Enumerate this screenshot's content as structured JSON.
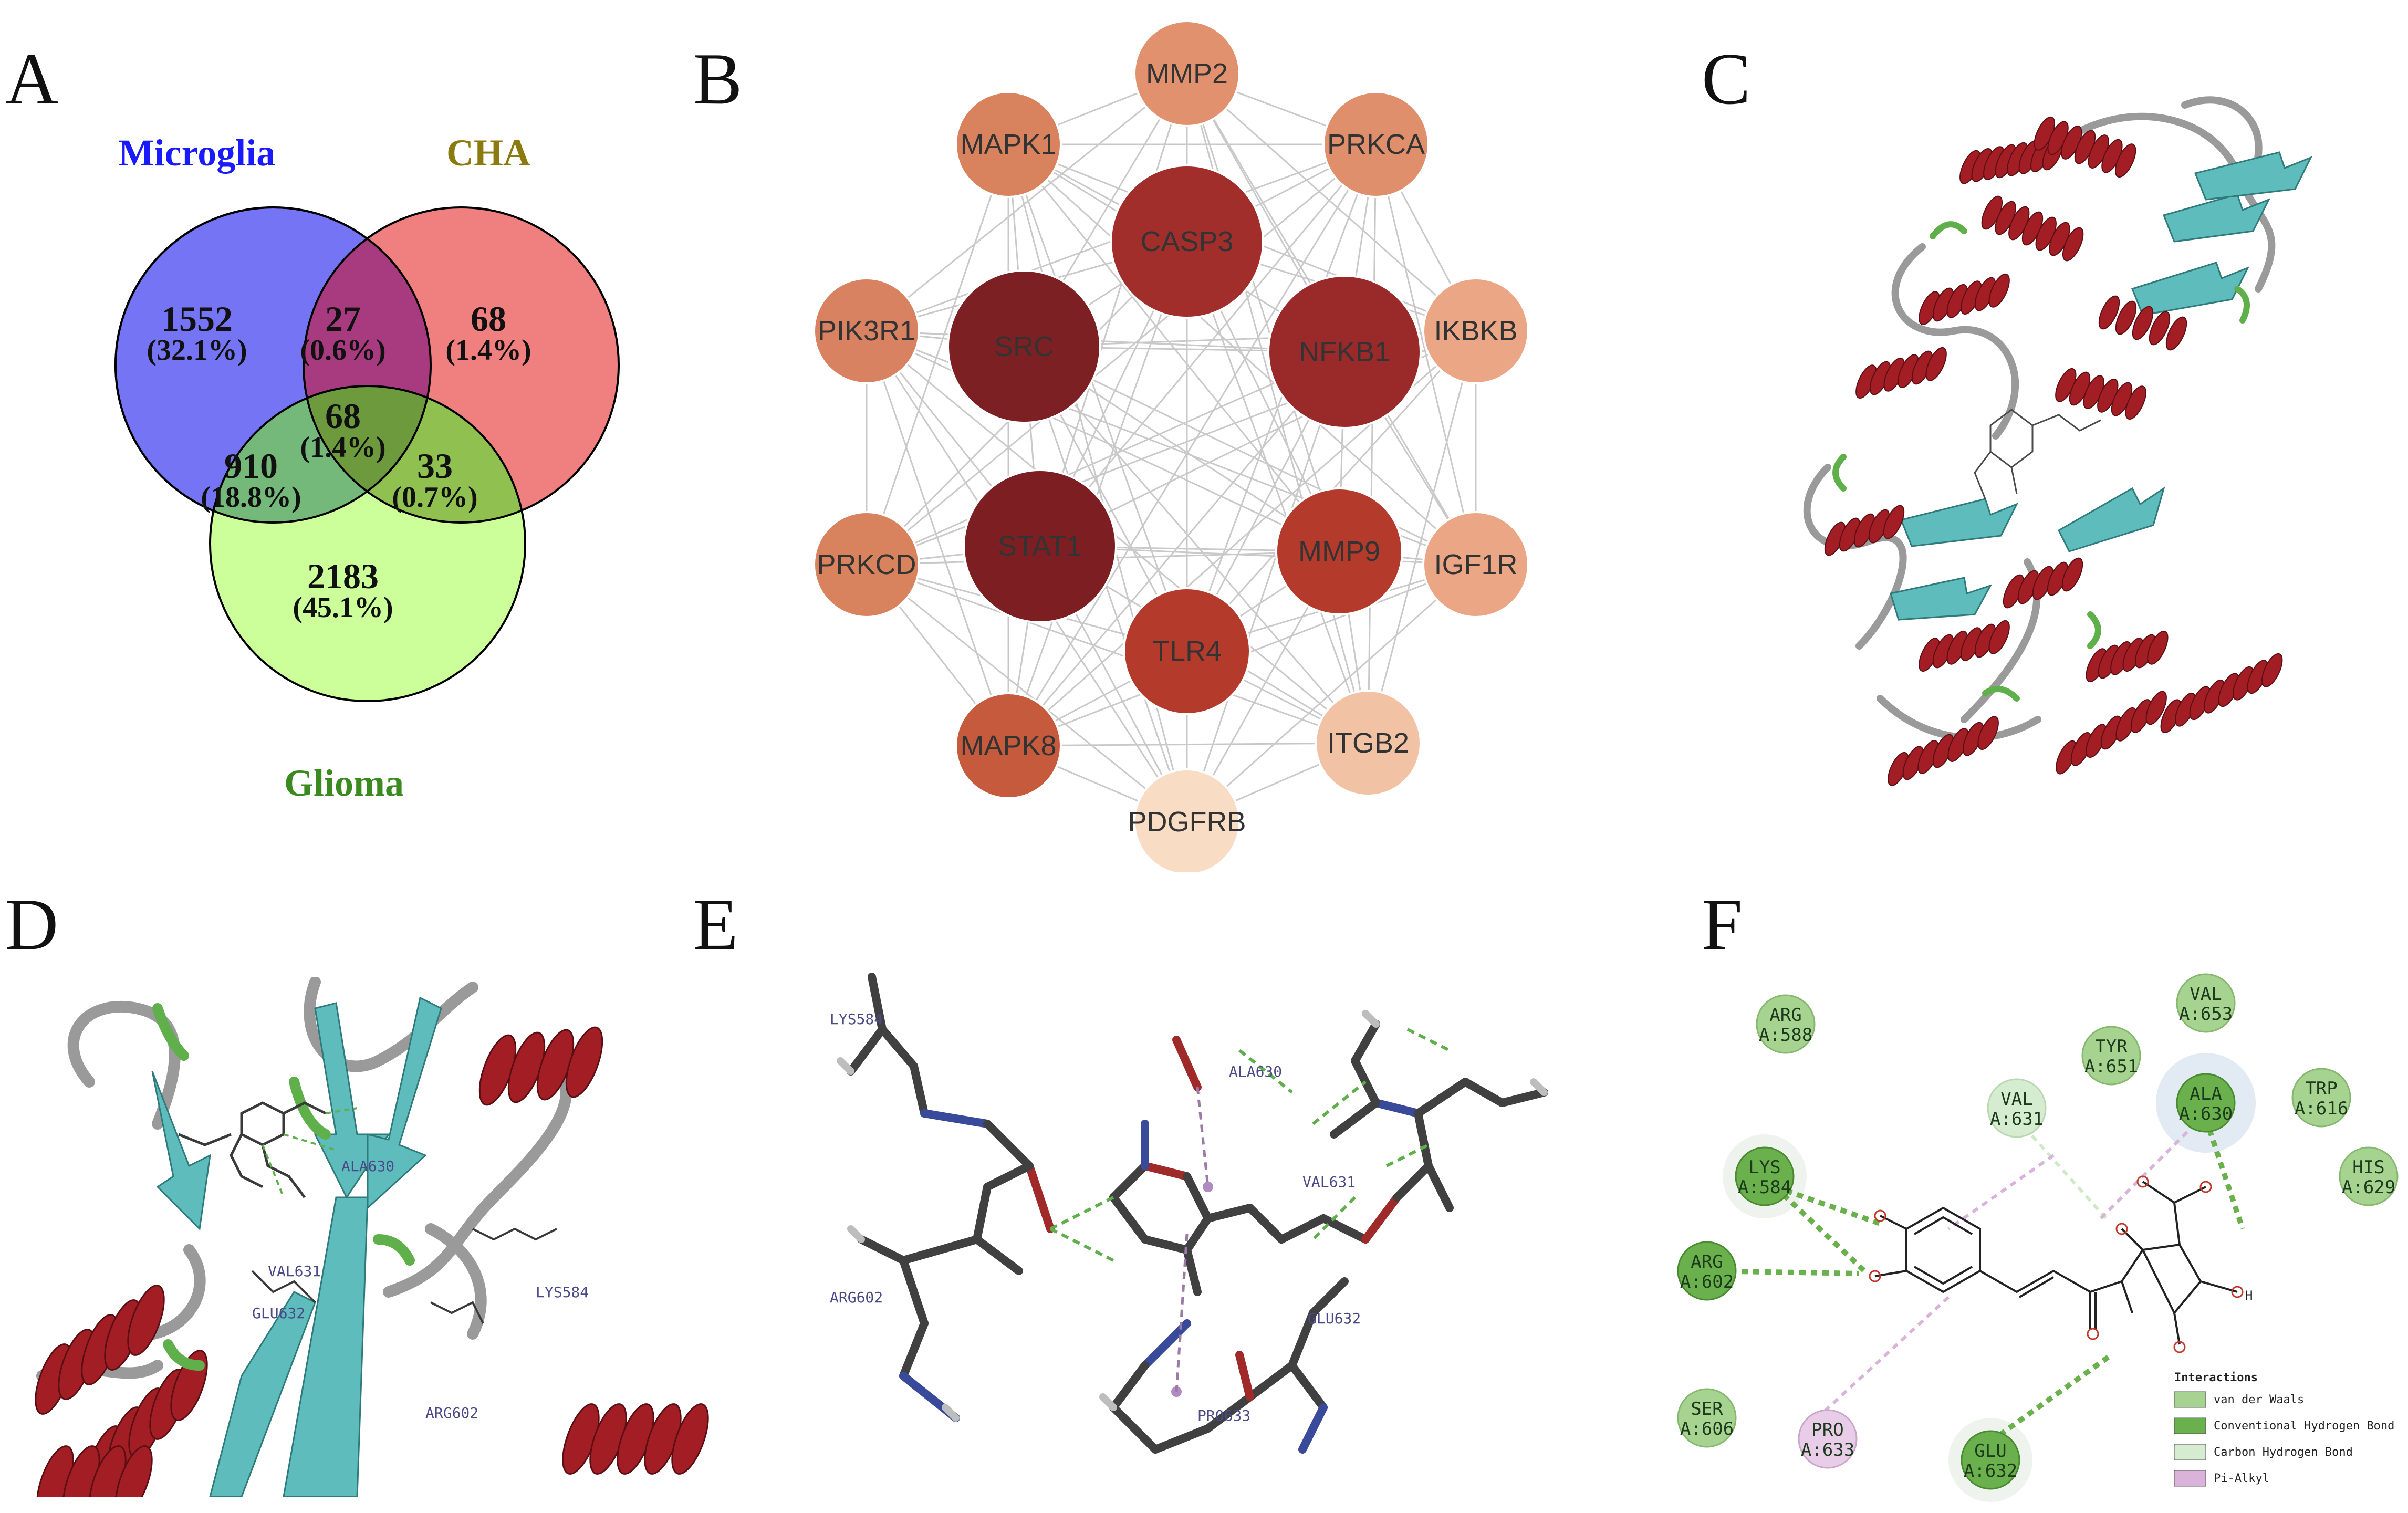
{
  "panels": {
    "A": "A",
    "B": "B",
    "C": "C",
    "D": "D",
    "E": "E",
    "F": "F"
  },
  "venn": {
    "sets": [
      {
        "name": "Microglia",
        "color": "#1a1aff",
        "fill": "#6f6ff2"
      },
      {
        "name": "CHA",
        "color": "#8a7a10",
        "fill": "#f08080"
      },
      {
        "name": "Glioma",
        "color": "#3a8a20",
        "fill": "#ccff99"
      }
    ],
    "regions": [
      {
        "id": "microglia-only",
        "count": "1552",
        "pct": "(32.1%)"
      },
      {
        "id": "microglia-cha",
        "count": "27",
        "pct": "(0.6%)"
      },
      {
        "id": "cha-only",
        "count": "68",
        "pct": "(1.4%)"
      },
      {
        "id": "all-three",
        "count": "68",
        "pct": "(1.4%)"
      },
      {
        "id": "microglia-glioma",
        "count": "910",
        "pct": "(18.8%)"
      },
      {
        "id": "cha-glioma",
        "count": "33",
        "pct": "(0.7%)"
      },
      {
        "id": "glioma-only",
        "count": "2183",
        "pct": "(45.1%)"
      }
    ]
  },
  "network": {
    "nodes": [
      {
        "label": "MMP2",
        "color": "#e1916e",
        "size": "small"
      },
      {
        "label": "MAPK1",
        "color": "#d9825e",
        "size": "small"
      },
      {
        "label": "PRKCA",
        "color": "#df8f6c",
        "size": "small"
      },
      {
        "label": "CASP3",
        "color": "#a22e2b",
        "size": "large"
      },
      {
        "label": "PIK3R1",
        "color": "#d98262",
        "size": "small"
      },
      {
        "label": "SRC",
        "color": "#7d2024",
        "size": "large"
      },
      {
        "label": "NFKB1",
        "color": "#9a2a2a",
        "size": "large"
      },
      {
        "label": "IKBKB",
        "color": "#eba686",
        "size": "small"
      },
      {
        "label": "PRKCD",
        "color": "#d9825e",
        "size": "small"
      },
      {
        "label": "STAT1",
        "color": "#7d1f22",
        "size": "large"
      },
      {
        "label": "MMP9",
        "color": "#b43a2c",
        "size": "medium"
      },
      {
        "label": "IGF1R",
        "color": "#eba686",
        "size": "small"
      },
      {
        "label": "TLR4",
        "color": "#b43a2c",
        "size": "medium"
      },
      {
        "label": "MAPK8",
        "color": "#c55a3c",
        "size": "small"
      },
      {
        "label": "ITGB2",
        "color": "#f1c2a4",
        "size": "small"
      },
      {
        "label": "PDGFRB",
        "color": "#f8dcc4",
        "size": "small"
      }
    ]
  },
  "panel_e_labels": [
    "LYS584",
    "ALA630",
    "VAL631",
    "ARG602",
    "GLU632",
    "PRO633"
  ],
  "panel_d_labels": [
    "ALA630",
    "VAL631",
    "GLU632",
    "LYS584",
    "ARG602"
  ],
  "interactions": {
    "residues": [
      {
        "name": "ARG",
        "pos": "A:588",
        "type": "vdw"
      },
      {
        "name": "VAL",
        "pos": "A:653",
        "type": "vdw"
      },
      {
        "name": "TYR",
        "pos": "A:651",
        "type": "vdw"
      },
      {
        "name": "VAL",
        "pos": "A:631",
        "type": "chb"
      },
      {
        "name": "ALA",
        "pos": "A:630",
        "type": "conv"
      },
      {
        "name": "TRP",
        "pos": "A:616",
        "type": "vdw"
      },
      {
        "name": "LYS",
        "pos": "A:584",
        "type": "conv"
      },
      {
        "name": "HIS",
        "pos": "A:629",
        "type": "vdw"
      },
      {
        "name": "ARG",
        "pos": "A:602",
        "type": "conv"
      },
      {
        "name": "SER",
        "pos": "A:606",
        "type": "vdw"
      },
      {
        "name": "PRO",
        "pos": "A:633",
        "type": "pialkyl"
      },
      {
        "name": "GLU",
        "pos": "A:632",
        "type": "conv"
      }
    ],
    "legend": {
      "title": "Interactions",
      "items": [
        {
          "label": "van der Waals",
          "color": "#a6d38f"
        },
        {
          "label": "Conventional Hydrogen Bond",
          "color": "#6ab04c"
        },
        {
          "label": "Carbon Hydrogen Bond",
          "color": "#d6ecd0"
        },
        {
          "label": "Pi-Alkyl",
          "color": "#d9b3d9"
        }
      ]
    },
    "atom_h": "H"
  },
  "colors": {
    "helix": "#a31d24",
    "sheet": "#5fbcbc",
    "coil": "#9a9a9a",
    "turn": "#5fb04a"
  }
}
